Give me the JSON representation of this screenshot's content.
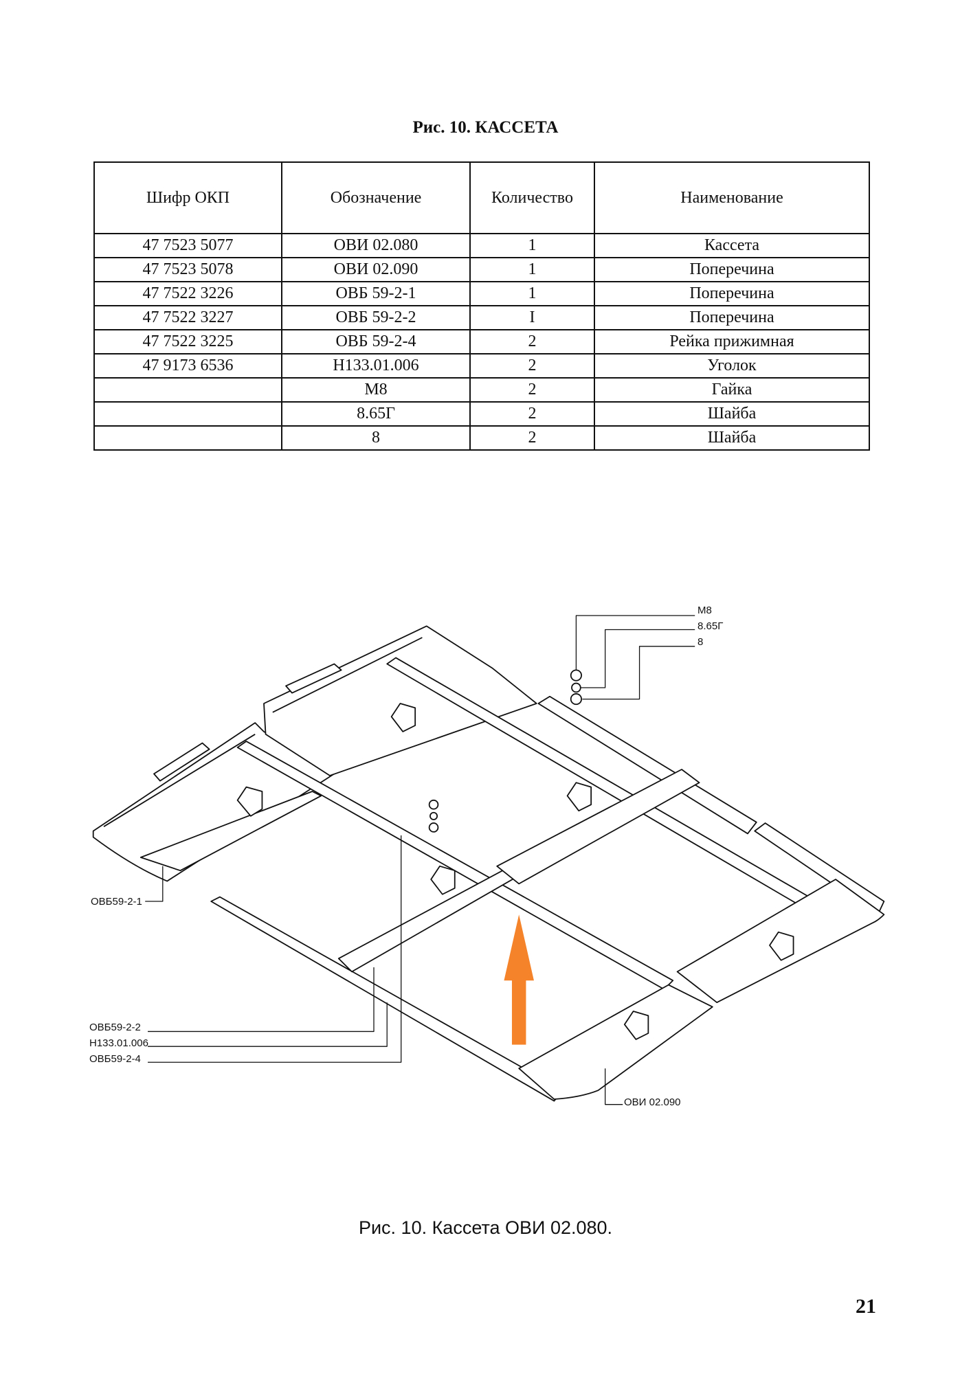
{
  "title": "Рис. 10. КАССЕТА",
  "table": {
    "headers": [
      "Шифр ОКП",
      "Обозначение",
      "Количество",
      "Наименование"
    ],
    "rows": [
      [
        "47 7523 5077",
        "ОВИ 02.080",
        "1",
        "Кассета"
      ],
      [
        "47 7523 5078",
        "ОВИ 02.090",
        "1",
        "Поперечина"
      ],
      [
        "47 7522 3226",
        "ОВБ 59-2-1",
        "1",
        "Поперечина"
      ],
      [
        "47 7522 3227",
        "ОВБ 59-2-2",
        "I",
        "Поперечина"
      ],
      [
        "47 7522 3225",
        "ОВБ 59-2-4",
        "2",
        "Рейка прижимная"
      ],
      [
        "47 9173 6536",
        "Н133.01.006",
        "2",
        "Уголок"
      ],
      [
        "",
        "М8",
        "2",
        "Гайка"
      ],
      [
        "",
        "8.65Г",
        "2",
        "Шайба"
      ],
      [
        "",
        "8",
        "2",
        "Шайба"
      ]
    ]
  },
  "diagram": {
    "labels": {
      "nut": "М8",
      "spring_washer": "8.65Г",
      "washer": "8",
      "crossbar_1": "ОВБ59-2-1",
      "crossbar_2": "ОВБ59-2-2",
      "angle": "Н133.01.006",
      "strip": "ОВБ59-2-4",
      "crossbar_main": "ОВИ 02.090"
    },
    "arrow_color": "#f5832a"
  },
  "caption": "Рис. 10. Кассета ОВИ 02.080.",
  "page_number": "21"
}
